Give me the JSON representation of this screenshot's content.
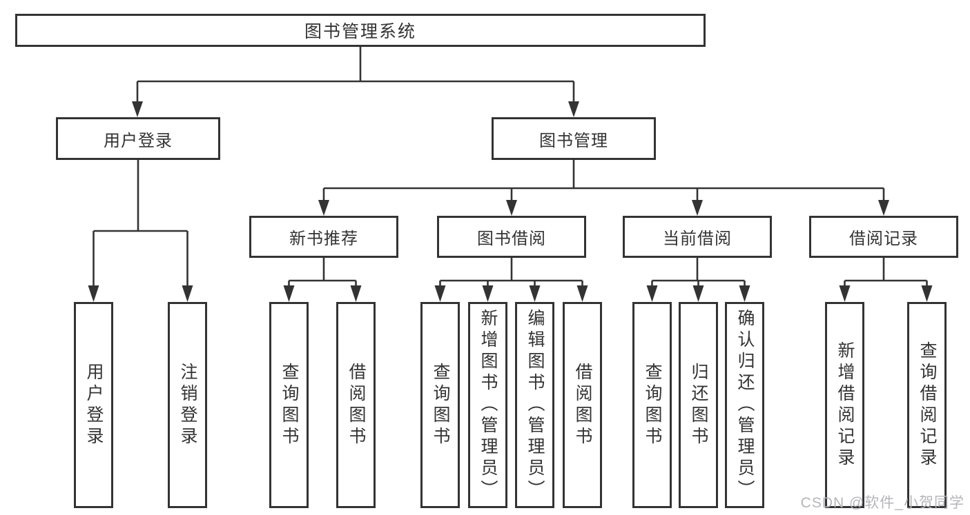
{
  "tree": {
    "label": "图书管理系统",
    "children": [
      {
        "label": "用户登录",
        "children": [
          {
            "label": "用户登录"
          },
          {
            "label": "注销登录"
          }
        ]
      },
      {
        "label": "图书管理",
        "children": [
          {
            "label": "新书推荐",
            "children": [
              {
                "label": "查询图书"
              },
              {
                "label": "借阅图书"
              }
            ]
          },
          {
            "label": "图书借阅",
            "children": [
              {
                "label": "查询图书"
              },
              {
                "label": "新增图书（管理员）"
              },
              {
                "label": "编辑图书（管理员）"
              },
              {
                "label": "借阅图书"
              }
            ]
          },
          {
            "label": "当前借阅",
            "children": [
              {
                "label": "查询图书"
              },
              {
                "label": "归还图书"
              },
              {
                "label": "确认归还（管理员）"
              }
            ]
          },
          {
            "label": "借阅记录",
            "children": [
              {
                "label": "新增借阅记录"
              },
              {
                "label": "查询借阅记录"
              }
            ]
          }
        ]
      }
    ]
  },
  "watermark": {
    "text": "CSDN @软件_小贺同学"
  },
  "colors": {
    "line": "#333333",
    "text": "#333333",
    "watermark": "#b5b5ba",
    "background": "#ffffff"
  }
}
